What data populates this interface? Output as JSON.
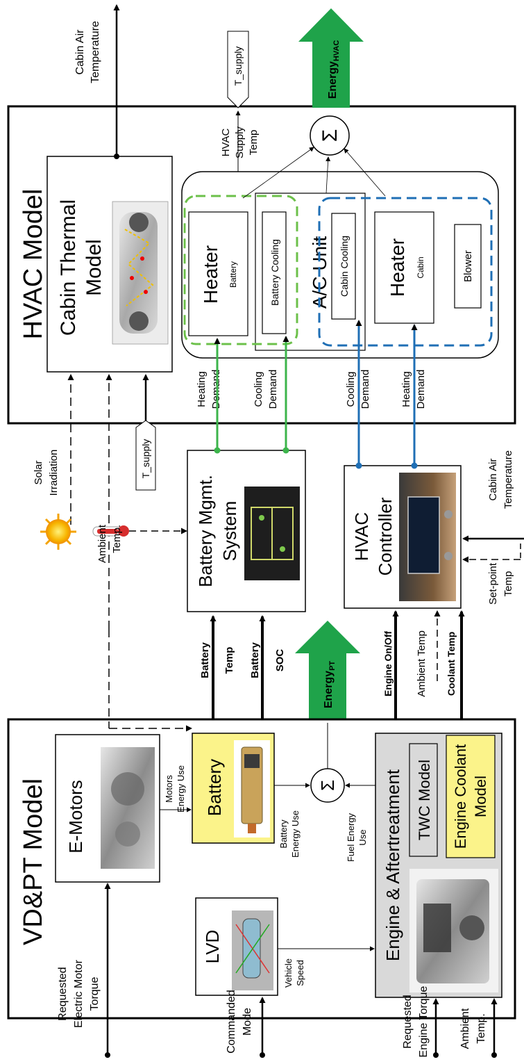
{
  "hvac_model": {
    "title": "HVAC Model",
    "cabin_thermal_title_1": "Cabin Thermal",
    "cabin_thermal_title_2": "Model",
    "ac_unit": "A/C Unit",
    "heater_battery": "Heater",
    "heater_battery_sub": "Battery",
    "battery_cooling": "Battery Cooling",
    "cabin_cooling": "Cabin Cooling",
    "heater_cabin": "Heater",
    "heater_cabin_sub": "Cabin",
    "blower": "Blower",
    "sum_symbol": "Σ",
    "supply_temp_1": "HVAC",
    "supply_temp_2": "Supply",
    "supply_temp_3": "Temp",
    "demand_heating_1": "Heating",
    "demand_heating_2": "Demand",
    "demand_cooling_1": "Cooling",
    "demand_cooling_2": "Demand"
  },
  "energy_hvac": {
    "main": "Energy",
    "sub": "HVAC"
  },
  "energy_pt": {
    "main": "Energy",
    "sub": "PT"
  },
  "top_labels": {
    "cabin_air_temp_1": "Cabin Air",
    "cabin_air_temp_2": "Temperature",
    "t_supply": "T_supply"
  },
  "middle": {
    "solar_1": "Solar",
    "solar_2": "Irradiation",
    "ambient_1": "Ambient",
    "ambient_2": "Temp.",
    "bms_1": "Battery Mgmt.",
    "bms_2": "System",
    "hvac_ctrl_1": "HVAC",
    "hvac_ctrl_2": "Controller",
    "cabin_air_temp_1": "Cabin Air",
    "cabin_air_temp_2": "Temperature",
    "setpoint_1": "Set-point",
    "setpoint_2": "Temp",
    "battery_temp_1": "Battery",
    "battery_temp_2": "Temp",
    "battery_soc_1": "Battery",
    "battery_soc_2": "SOC",
    "engine_onoff": "Engine On/Off",
    "ambient_temp": "Ambient Temp",
    "coolant_temp": "Coolant Temp"
  },
  "vdpt_model": {
    "title": "VD&PT Model",
    "emotors": "E-Motors",
    "battery": "Battery",
    "lvd": "LVD",
    "engine": "Engine & Aftertreatment",
    "twc": "TWC Model",
    "coolant_1": "Engine Coolant",
    "coolant_2": "Model",
    "sum_symbol": "Σ",
    "motors_energy_1": "Motors",
    "motors_energy_2": "Energy Use",
    "battery_energy_1": "Battery",
    "battery_energy_2": "Energy Use",
    "fuel_energy_1": "Fuel Energy",
    "fuel_energy_2": "Use",
    "vehicle_speed_1": "Vehicle",
    "vehicle_speed_2": "Speed"
  },
  "bottom_inputs": {
    "motor_torque_1": "Requested",
    "motor_torque_2": "Electric Motor",
    "motor_torque_3": "Torque",
    "mode_1": "Commanded",
    "mode_2": "Mode",
    "engine_torque_1": "Requested",
    "engine_torque_2": "Engine Torque",
    "ambient_1": "Ambient",
    "ambient_2": "Temp."
  },
  "colors": {
    "green_line": "#3cb44b",
    "blue_line": "#1f6fb5",
    "green_dash": "#6cc04a",
    "blue_dash": "#1f6fb5",
    "yellow_fill": "#fbf38a",
    "gray_fill": "#d9d9d9",
    "energy_arrow": "#1fa34a"
  }
}
